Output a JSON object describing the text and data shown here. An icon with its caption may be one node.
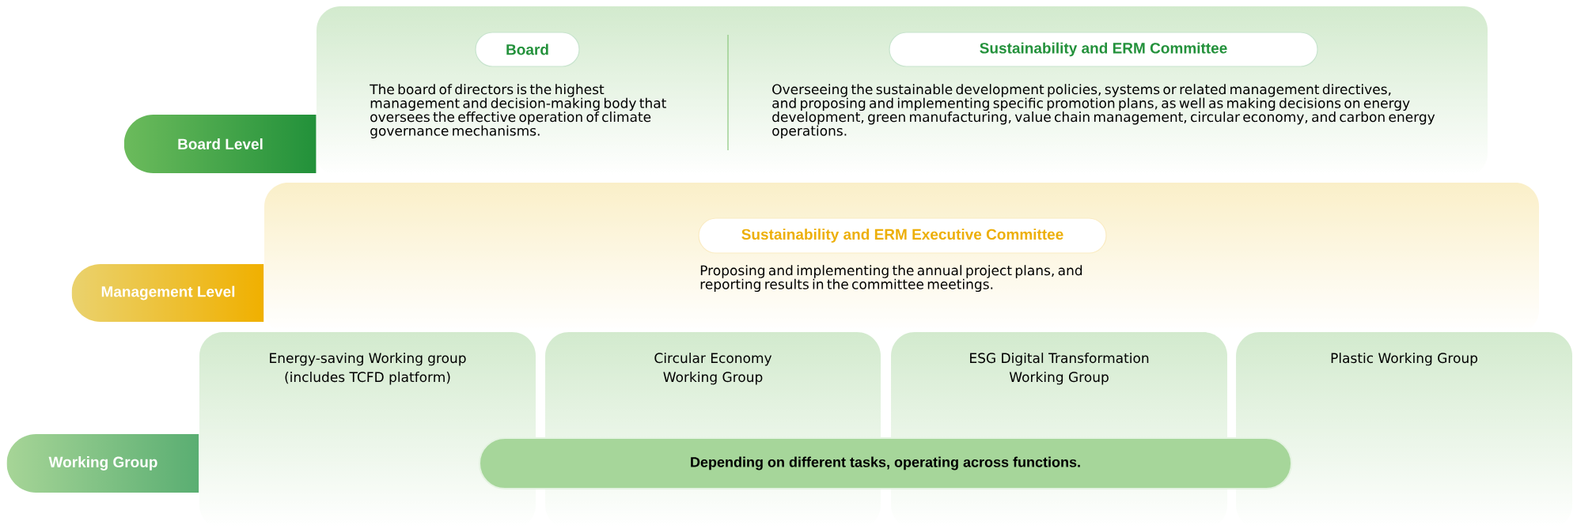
{
  "diagram": {
    "nodes": [
      {
        "text": [
          "Board Level"
        ]
      },
      {
        "text": [],
        "shape": "box"
      },
      {
        "text": [
          "Board"
        ],
        "in": 1,
        "beside": [
          "The board of directors is the highest management and decision-making body that oversees the effective operation of climate governance mechanisms."
        ]
      },
      {
        "text": [
          "Sustainability and ERM Committee"
        ],
        "in": 1,
        "beside": [
          "Overseeing the sustainable development policies, systems or related management directives, and proposing and implementing specific promotion plans, as well as making decisions on energy development, green manufacturing, value chain management, circular economy, and carbon energy operations."
        ]
      },
      {
        "text": [
          "Management Level"
        ]
      },
      {
        "text": [],
        "shape": "box"
      },
      {
        "text": [
          "Sustainability and ERM Executive Committee"
        ],
        "in": 5,
        "beside": [
          "Proposing and implementing the annual project plans, and reporting results in the committee meetings."
        ]
      },
      {
        "text": [
          "Working Group"
        ]
      },
      {
        "text": [
          "Energy-saving Working group (includes TCFD platform)"
        ]
      },
      {
        "text": [
          "Circular Economy Working Group"
        ]
      },
      {
        "text": [
          "ESG Digital Transformation Working Group"
        ]
      },
      {
        "text": [
          "Plastic Working Group"
        ]
      },
      {
        "text": [
          "Depending on different tasks, operating across functions."
        ]
      }
    ]
  }
}
